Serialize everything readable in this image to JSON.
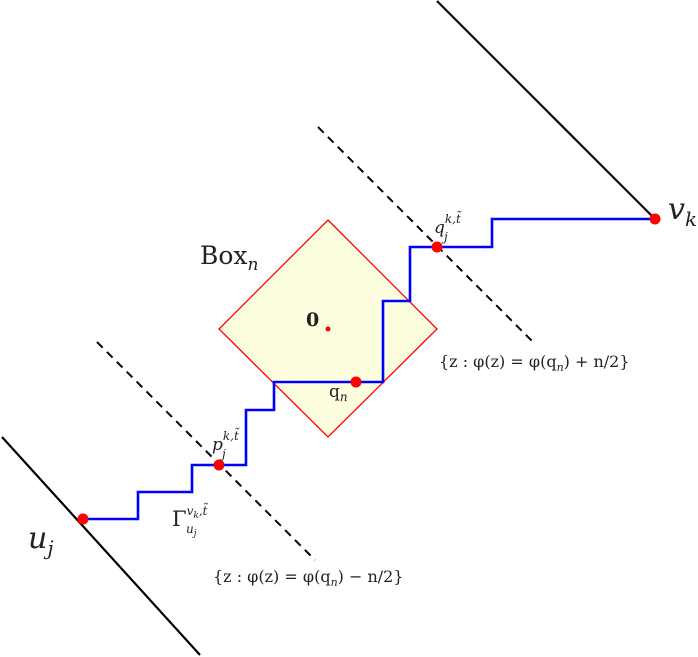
{
  "colors": {
    "path": "#0000ff",
    "box_fill": "#fdfde0",
    "box_stroke": "#ff0000",
    "points": "#ff0000",
    "lines": "#000000"
  },
  "labels": {
    "box": {
      "main": "Box",
      "sub": "n"
    },
    "origin": "0",
    "qn": {
      "main": "q",
      "sub": "n"
    },
    "p": {
      "main": "p",
      "sup": "k,t̃",
      "sub": "j"
    },
    "q": {
      "main": "q",
      "sup": "k,t̃",
      "sub": "j"
    },
    "gamma": {
      "main": "Γ",
      "sup": "v",
      "sup_sub": "k",
      "sup_rest": ",t̃",
      "sub": "u",
      "sub_sub": "j"
    },
    "uj": {
      "main": "u",
      "sub": "j"
    },
    "vk": {
      "main": "v",
      "sub": "k"
    },
    "upper_set": {
      "pre": "{z : φ(z) = φ(",
      "q": "q",
      "qsub": "n",
      "post": ") + n/2}"
    },
    "lower_set": {
      "pre": "{z : φ(z) = φ(",
      "q": "q",
      "qsub": "n",
      "post": ") − n/2}"
    }
  }
}
